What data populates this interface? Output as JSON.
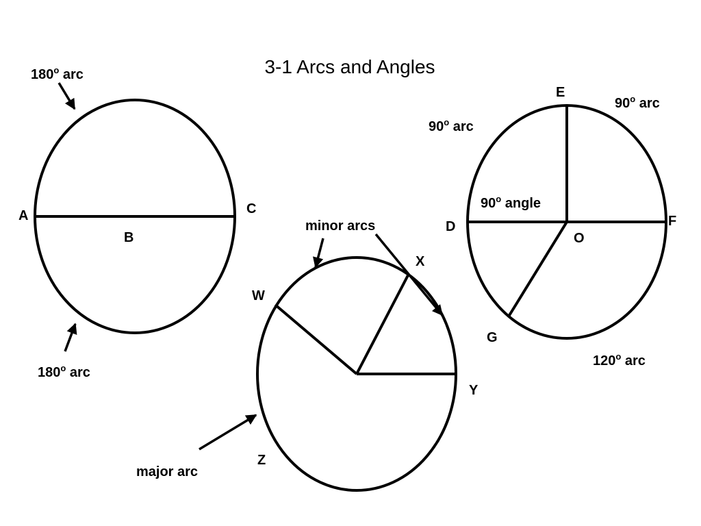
{
  "title": "3-1 Arcs and Angles",
  "degree_symbol": "o",
  "arc_word": "arc",
  "circle_abc": {
    "points": {
      "a": "A",
      "b": "B",
      "c": "C"
    },
    "top_arc_value": "180",
    "bottom_arc_value": "180"
  },
  "circle_wxyz": {
    "points": {
      "w": "W",
      "x": "X",
      "y": "Y",
      "z": "Z"
    },
    "minor_arcs_label": "minor arcs",
    "major_arc_label": "major arc"
  },
  "circle_defgo": {
    "points": {
      "d": "D",
      "e": "E",
      "f": "F",
      "g": "G",
      "o": "O"
    },
    "arc_left_value": "90",
    "arc_right_value": "90",
    "angle_value": "90",
    "angle_word": "angle",
    "arc_bottom_value": "120"
  },
  "colors": {
    "stroke": "#000000",
    "background": "#ffffff"
  }
}
